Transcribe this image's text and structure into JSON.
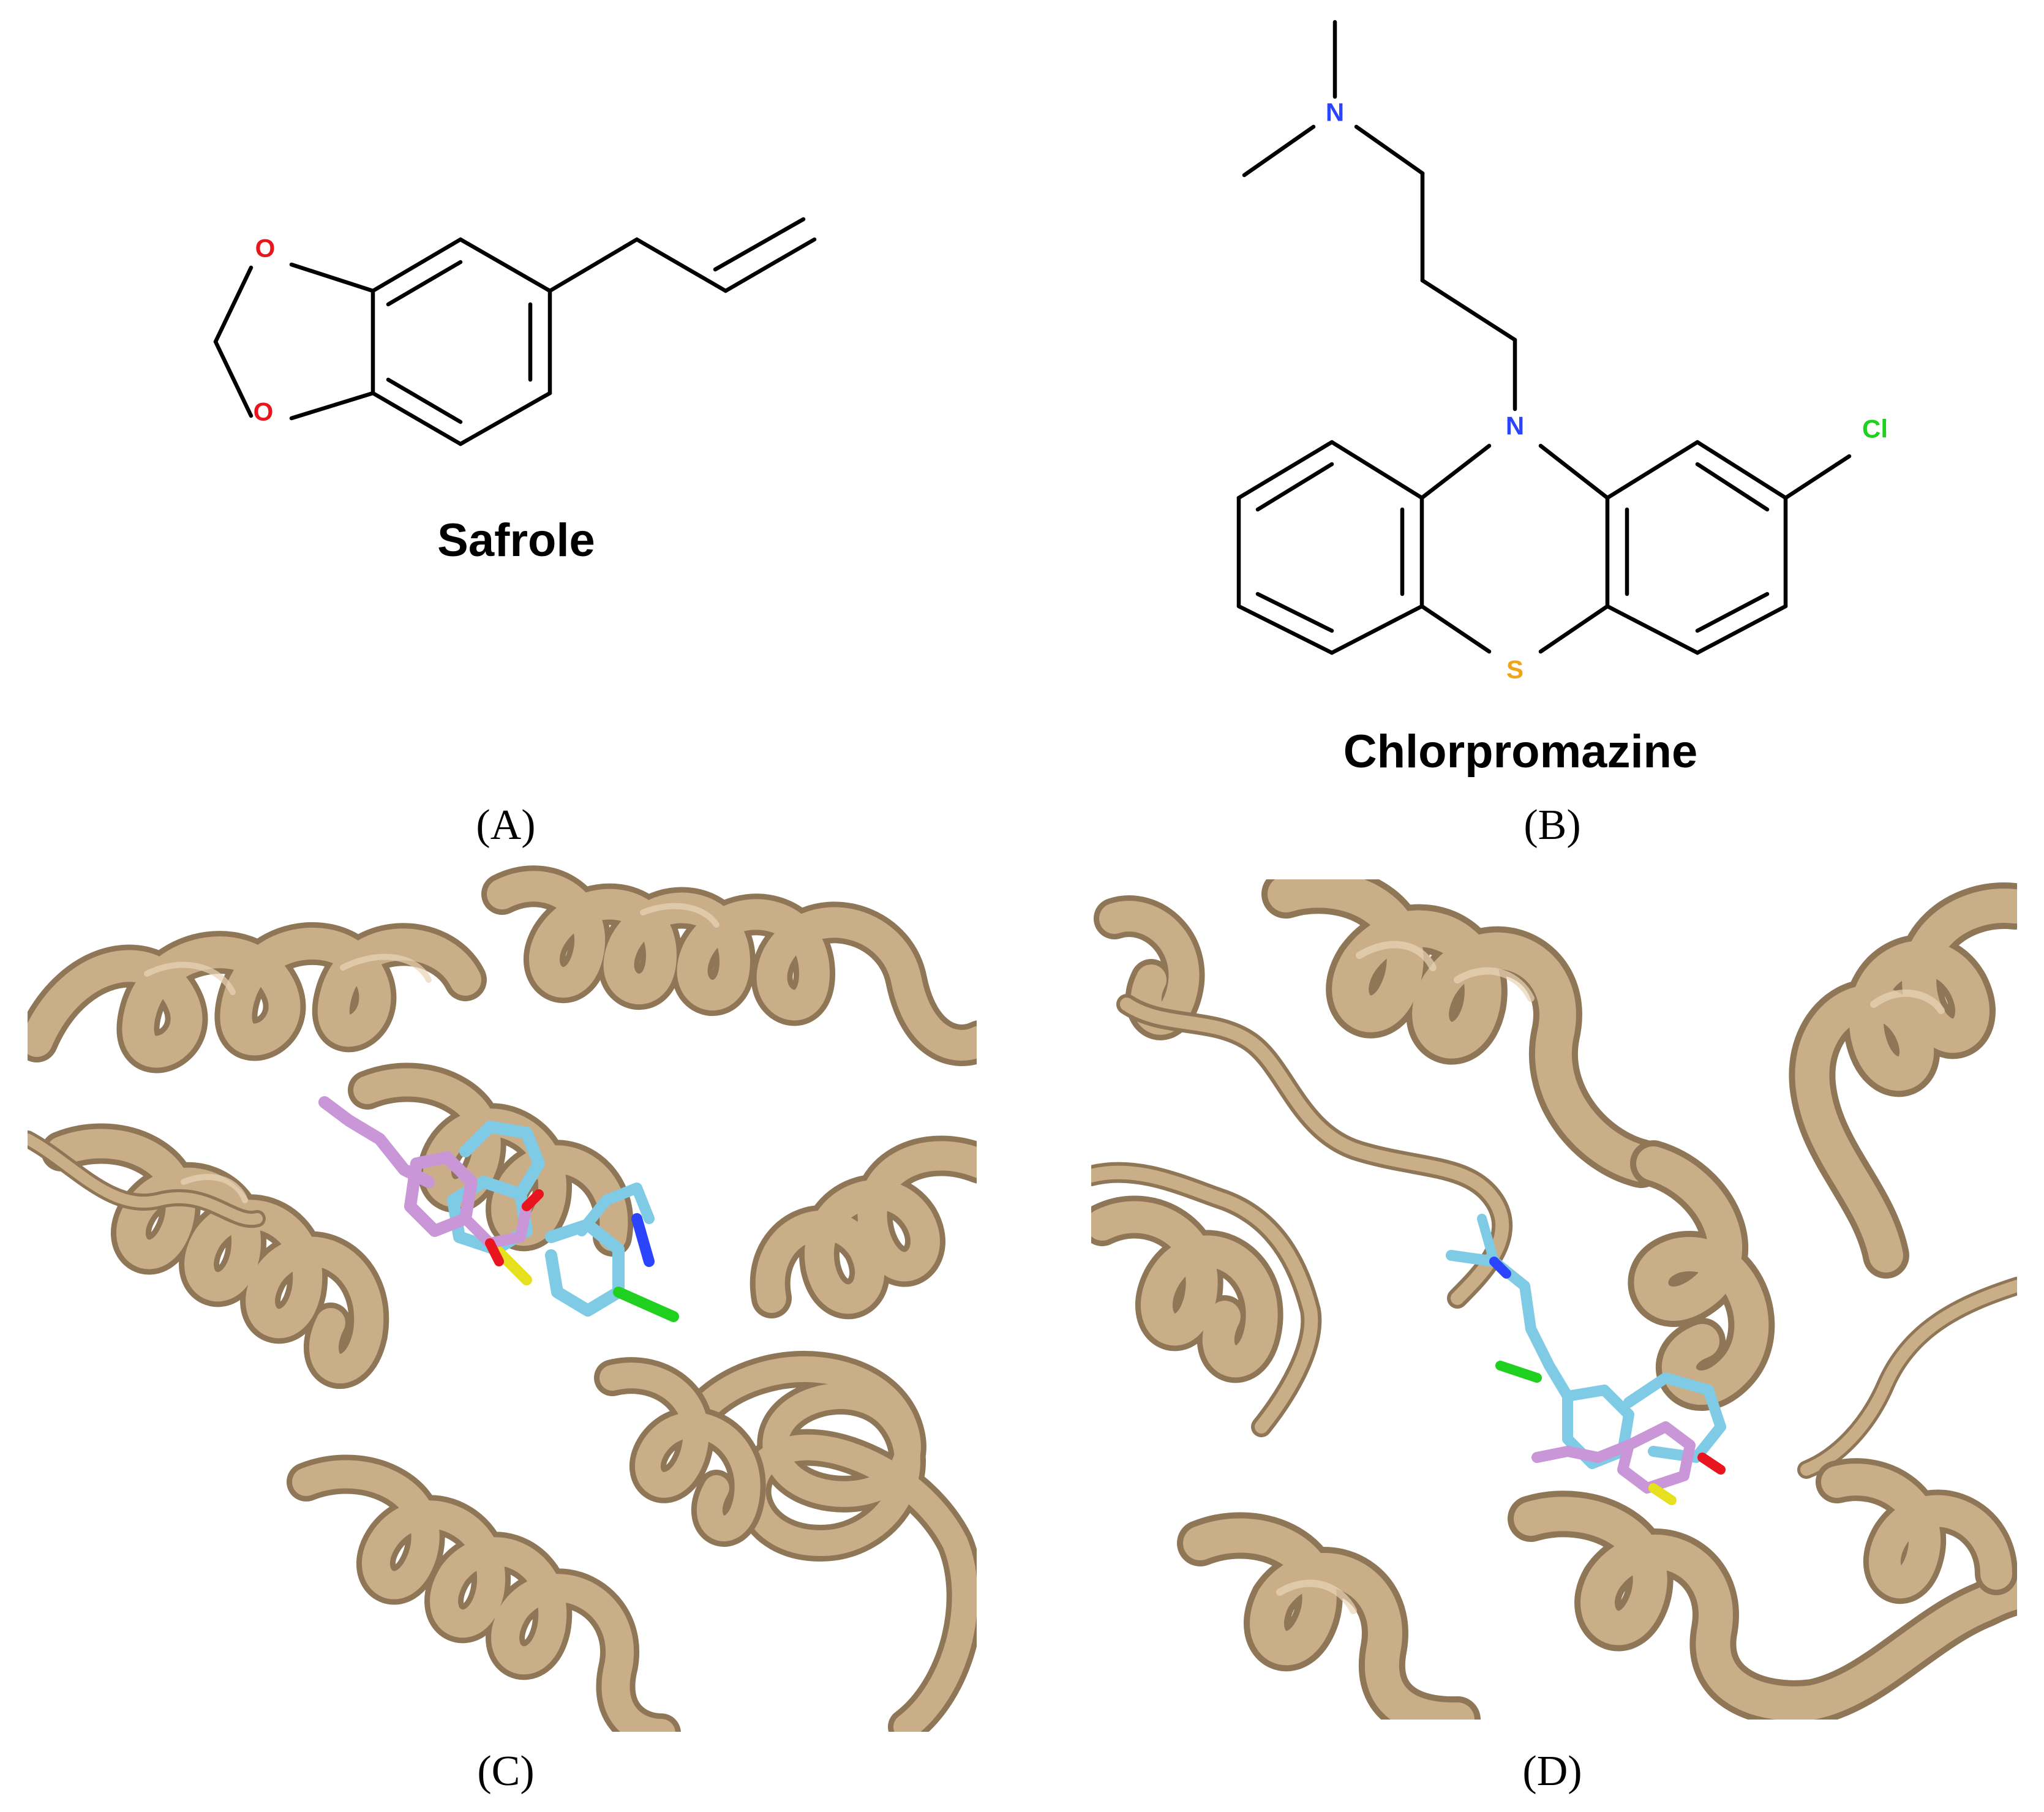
{
  "panels": {
    "a": {
      "label": "(A)",
      "molecule": "Safrole",
      "atoms": {
        "o_top": "O",
        "o_bottom": "O"
      }
    },
    "b": {
      "label": "(B)",
      "molecule": "Chlorpromazine",
      "atoms": {
        "n_amine": "N",
        "n_ring": "N",
        "s_ring": "S",
        "cl": "Cl"
      }
    },
    "c": {
      "label": "(C)"
    },
    "d": {
      "label": "(D)"
    }
  },
  "colors": {
    "bond": "#000000",
    "oxygen": "#e8141e",
    "nitrogen": "#2b45ff",
    "sulfur": "#f0a418",
    "chlorine": "#1fd01f",
    "protein_ribbon": "#c9ae88",
    "protein_ribbon_dark": "#8f7656",
    "protein_ribbon_light": "#e8d4b6",
    "safrole_ligand": "#c997d8",
    "chlorpromazine_ligand": "#7fcbe6",
    "ligand_sulfur": "#e6e01e"
  }
}
